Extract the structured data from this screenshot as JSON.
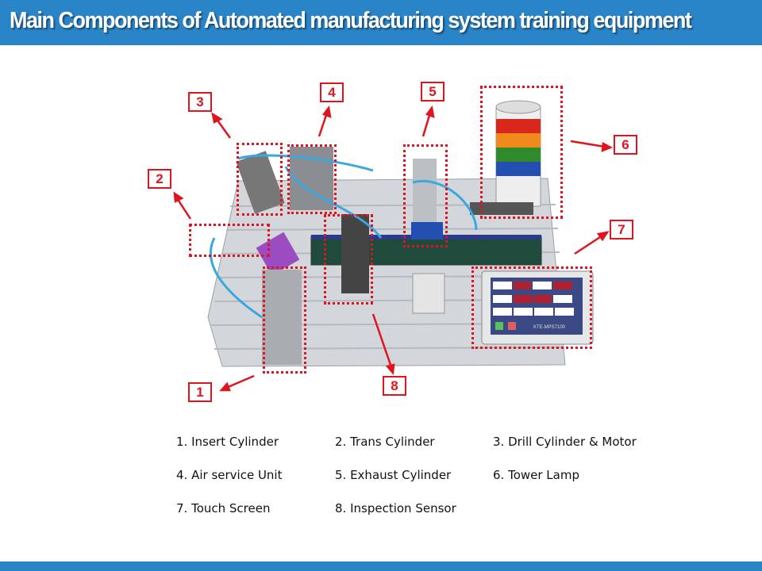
{
  "header": {
    "title": "Main Components of Automated manufacturing system training equipment"
  },
  "colors": {
    "accent": "#2a85c8",
    "marker": "#e0141e"
  },
  "photo": {
    "screen_model_text": "KTE-MPS7100"
  },
  "callouts": [
    {
      "number": "1"
    },
    {
      "number": "2"
    },
    {
      "number": "3"
    },
    {
      "number": "4"
    },
    {
      "number": "5"
    },
    {
      "number": "6"
    },
    {
      "number": "7"
    },
    {
      "number": "8"
    }
  ],
  "legend": [
    "1. Insert Cylinder",
    "2. Trans Cylinder",
    "3. Drill Cylinder & Motor",
    "4. Air service Unit",
    "5. Exhaust Cylinder",
    "6. Tower Lamp",
    "7. Touch Screen",
    "8. Inspection Sensor"
  ]
}
